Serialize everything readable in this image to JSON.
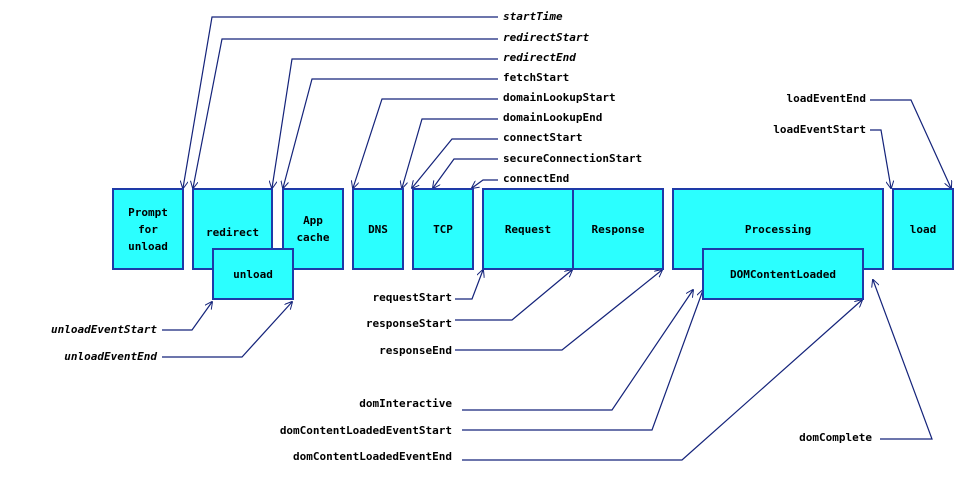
{
  "phases": {
    "prompt_for_unload": "Prompt for unload",
    "redirect": "redirect",
    "unload": "unload",
    "app_cache": "App cache",
    "dns": "DNS",
    "tcp": "TCP",
    "request": "Request",
    "response": "Response",
    "processing": "Processing",
    "dom_content_loaded": "DOMContentLoaded",
    "load": "load"
  },
  "events_top": {
    "start_time": "startTime",
    "redirect_start": "redirectStart",
    "redirect_end": "redirectEnd",
    "fetch_start": "fetchStart",
    "domain_lookup_start": "domainLookupStart",
    "domain_lookup_end": "domainLookupEnd",
    "connect_start": "connectStart",
    "secure_connection_start": "secureConnectionStart",
    "connect_end": "connectEnd",
    "load_event_end": "loadEventEnd",
    "load_event_start": "loadEventStart"
  },
  "events_bottom": {
    "unload_event_start": "unloadEventStart",
    "unload_event_end": "unloadEventEnd",
    "request_start": "requestStart",
    "response_start": "responseStart",
    "response_end": "responseEnd",
    "dom_interactive": "domInteractive",
    "dom_content_loaded_event_start": "domContentLoadedEventStart",
    "dom_content_loaded_event_end": "domContentLoadedEventEnd",
    "dom_complete": "domComplete"
  },
  "colors": {
    "box_fill": "#2bffff",
    "box_border": "#1e3aa8",
    "connector": "#14237a"
  }
}
